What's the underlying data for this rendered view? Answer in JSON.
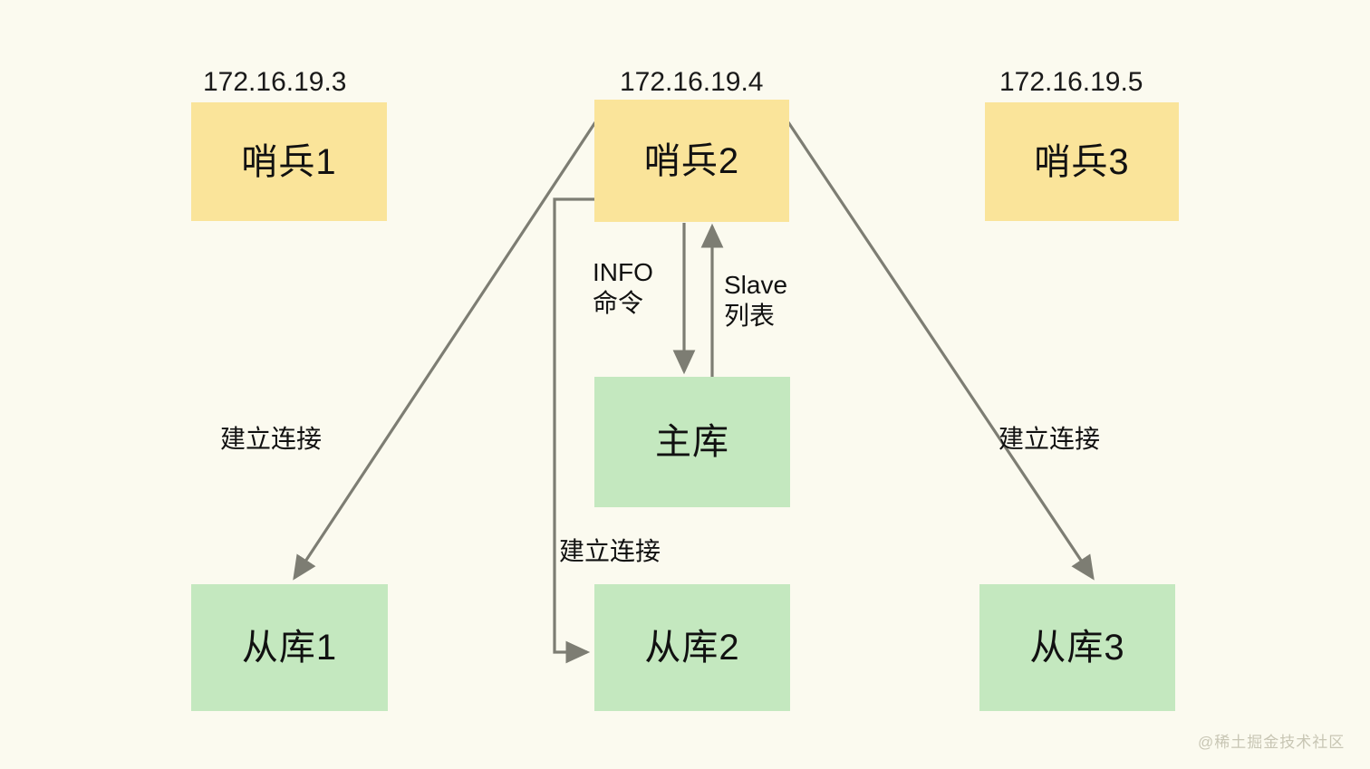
{
  "diagram": {
    "title": "Redis Sentinel topology",
    "background_color": "#fbfaef",
    "sentinel_color": "#fae49a",
    "database_color": "#c4e8bf",
    "line_color": "#7d7d73"
  },
  "ip_labels": [
    {
      "text": "172.16.19.3"
    },
    {
      "text": "172.16.19.4"
    },
    {
      "text": "172.16.19.5"
    }
  ],
  "nodes": [
    {
      "id": "sentinel1",
      "label": "哨兵1",
      "type": "sentinel"
    },
    {
      "id": "sentinel2",
      "label": "哨兵2",
      "type": "sentinel"
    },
    {
      "id": "sentinel3",
      "label": "哨兵3",
      "type": "sentinel"
    },
    {
      "id": "master",
      "label": "主库",
      "type": "database"
    },
    {
      "id": "slave1",
      "label": "从库1",
      "type": "database"
    },
    {
      "id": "slave2",
      "label": "从库2",
      "type": "database"
    },
    {
      "id": "slave3",
      "label": "从库3",
      "type": "database"
    }
  ],
  "edge_labels": {
    "info_command_line1": "INFO",
    "info_command_line2": "命令",
    "slave_list_line1": "Slave",
    "slave_list_line2": "列表",
    "connect_left": "建立连接",
    "connect_middle": "建立连接",
    "connect_right": "建立连接"
  },
  "watermark": {
    "text": "@稀土掘金技术社区"
  }
}
